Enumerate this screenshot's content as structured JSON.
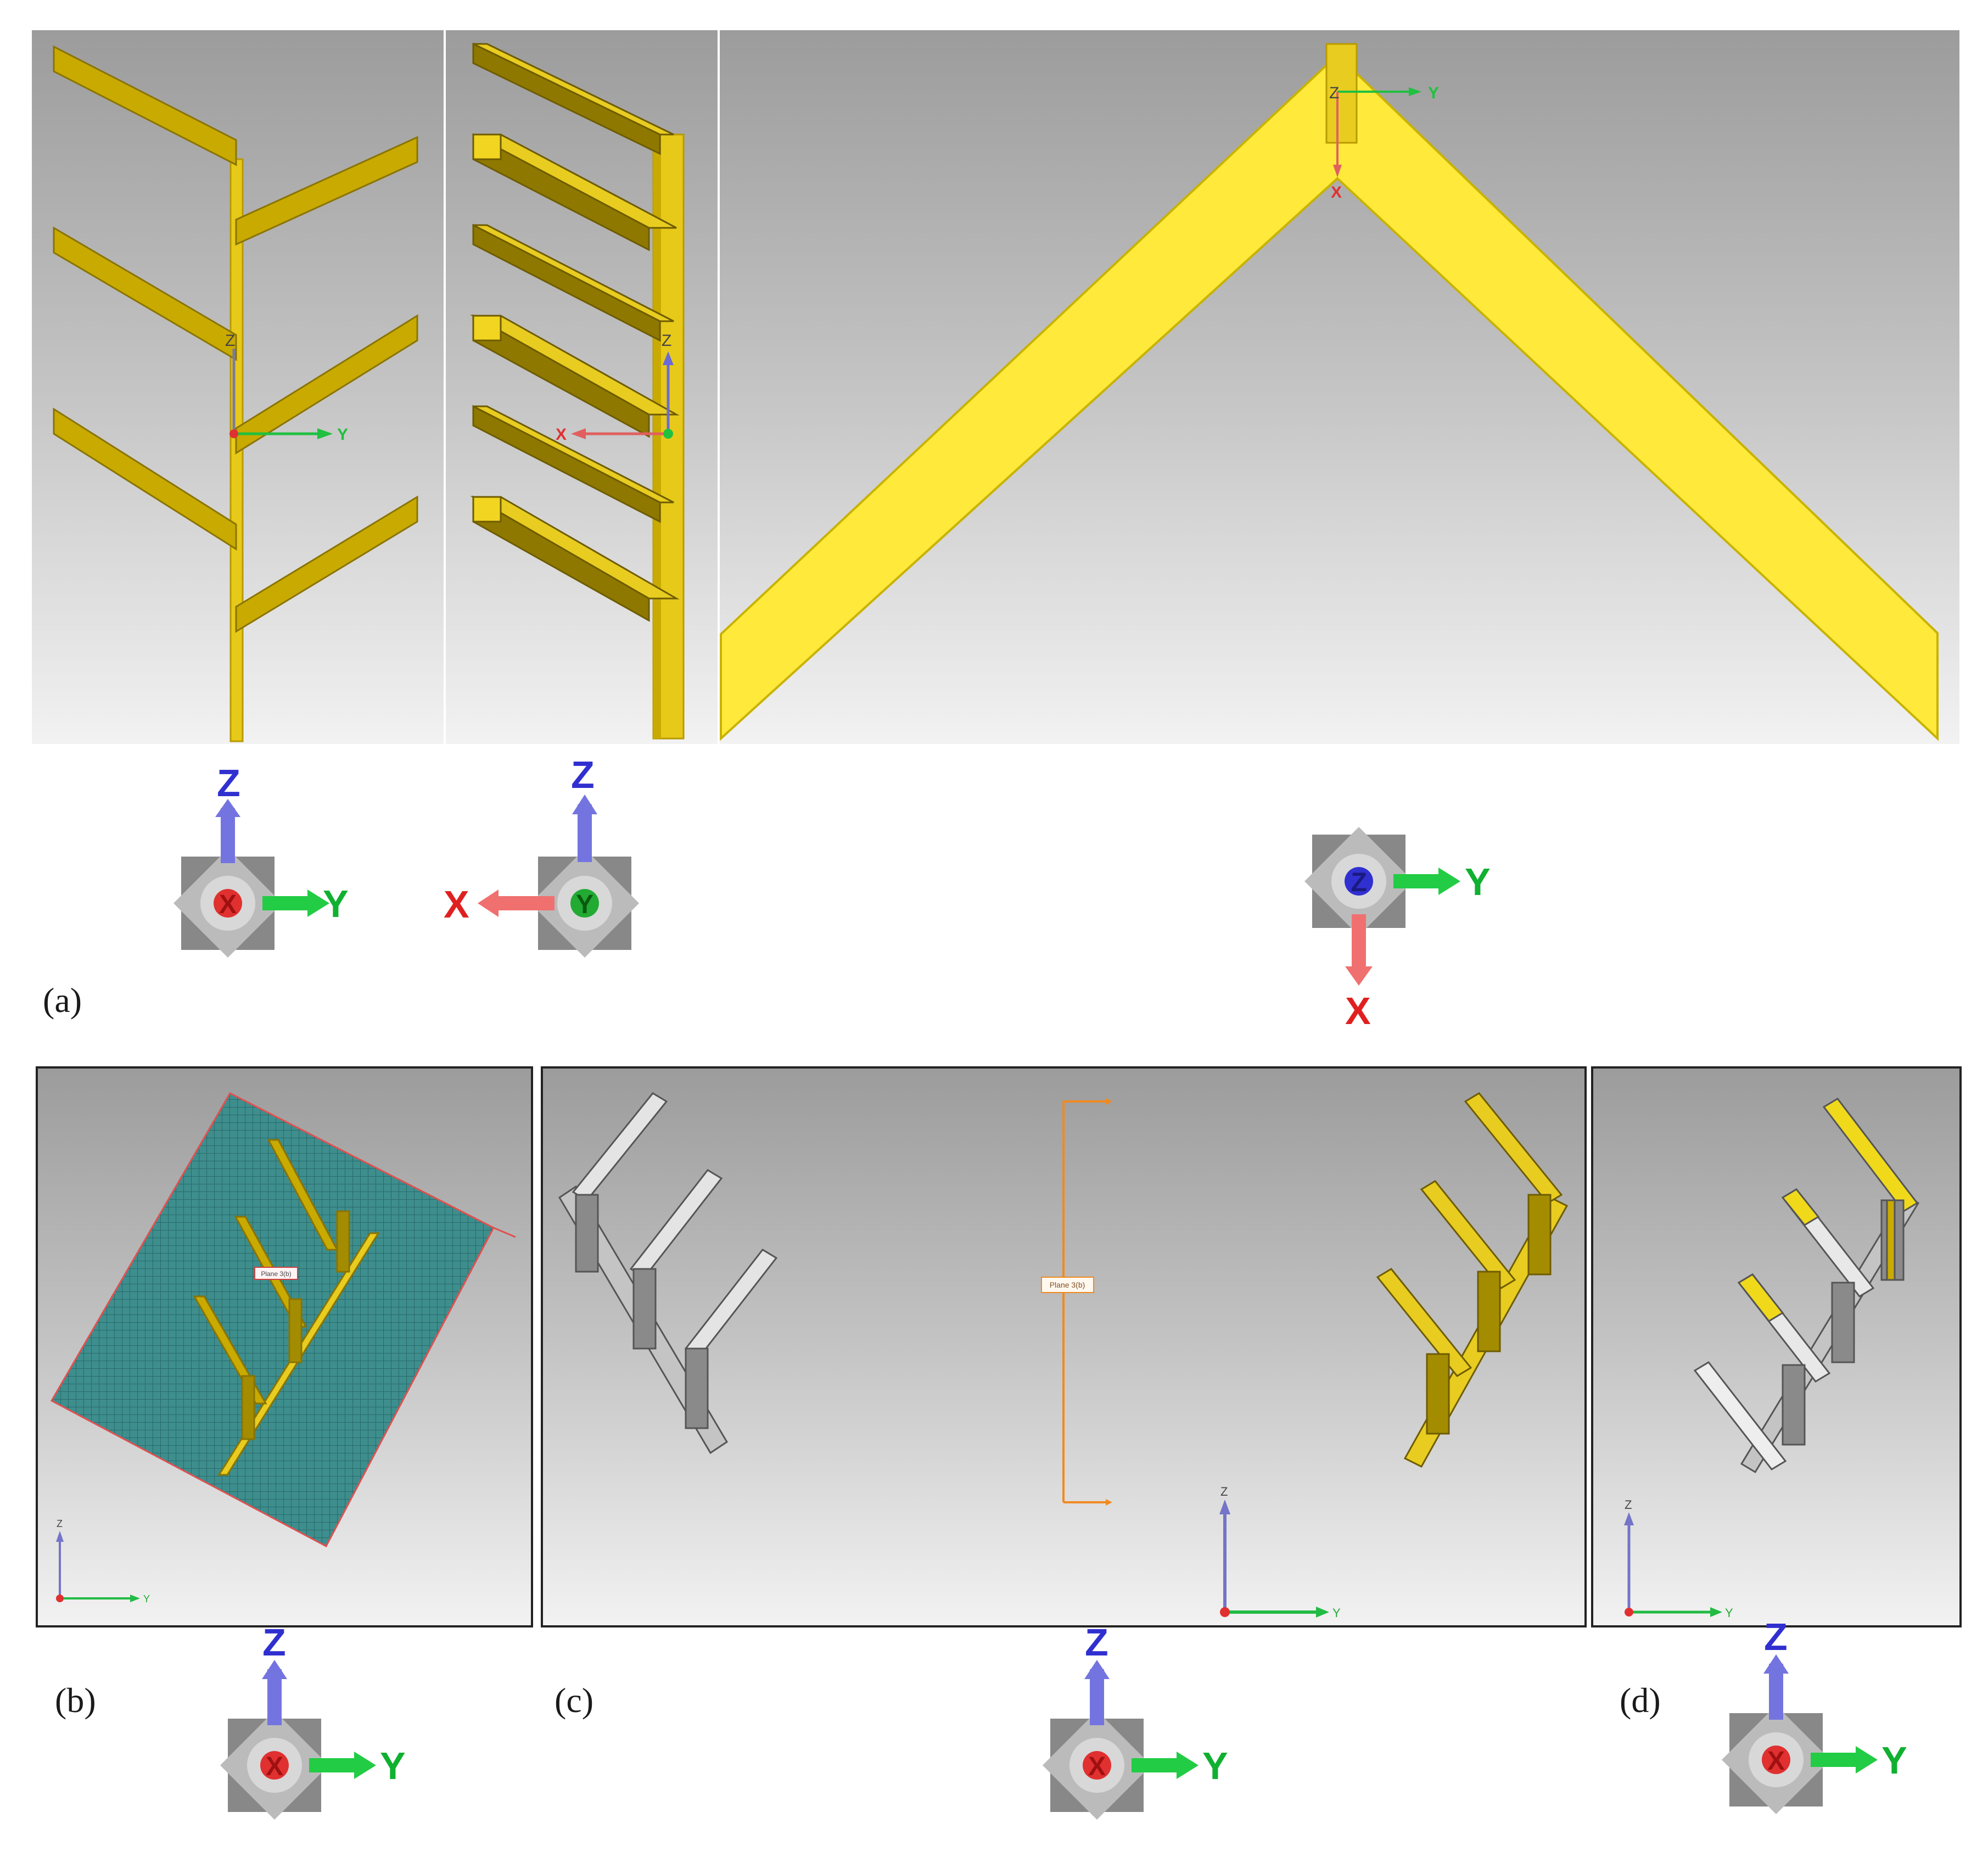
{
  "captions": {
    "a": "(a)",
    "b": "(b)",
    "c": "(c)",
    "d": "(d)"
  },
  "axes": {
    "x": "X",
    "y": "Y",
    "z": "Z"
  },
  "plane_labels": {
    "b": "Plane 3(b)",
    "c": "Plane 3(b)"
  },
  "colors": {
    "antenna_yellow": "#f0d91a",
    "antenna_dark": "#c8ad00",
    "mirrored_gray": "#cfcfcf",
    "axis_x": "#e03030",
    "axis_y": "#20c040",
    "axis_z": "#6a6ad8",
    "plane_mesh": "#3e8e8e",
    "plane_bracket": "#f08a20"
  },
  "icons": [
    "view-triad-icon",
    "axis-arrow-icon",
    "mirror-plane-icon"
  ]
}
